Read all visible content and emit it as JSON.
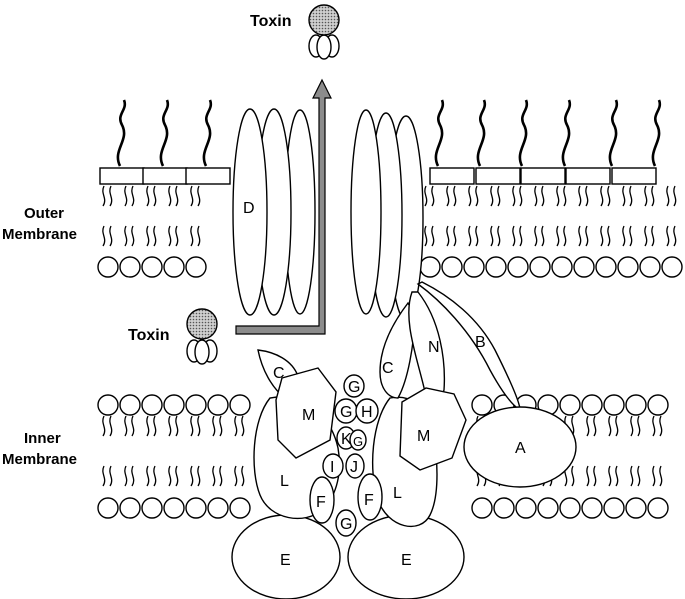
{
  "labels": {
    "outer_membrane_line1": "Outer",
    "outer_membrane_line2": "Membrane",
    "inner_membrane_line1": "Inner",
    "inner_membrane_line2": "Membrane",
    "toxin_top": "Toxin",
    "toxin_left": "Toxin"
  },
  "proteins": {
    "A": "A",
    "B": "B",
    "C_right": "C",
    "C_left": "C",
    "D": "D",
    "E_left": "E",
    "E_right": "E",
    "F_left": "F",
    "F_right": "F",
    "G_top": "G",
    "G_mid": "G",
    "G_small": "G",
    "G_bottom": "G",
    "H": "H",
    "I": "I",
    "J": "J",
    "K": "K",
    "L_left": "L",
    "L_right": "L",
    "M_left": "M",
    "M_right": "M",
    "N": "N"
  },
  "colors": {
    "toxin_head": "#a8a8a8",
    "secretion_arrow": "#8c8c8c",
    "outline": "#000000"
  },
  "icons": {
    "toxin": "toxin-molecule-icon",
    "arrow": "secretion-path-arrow"
  }
}
